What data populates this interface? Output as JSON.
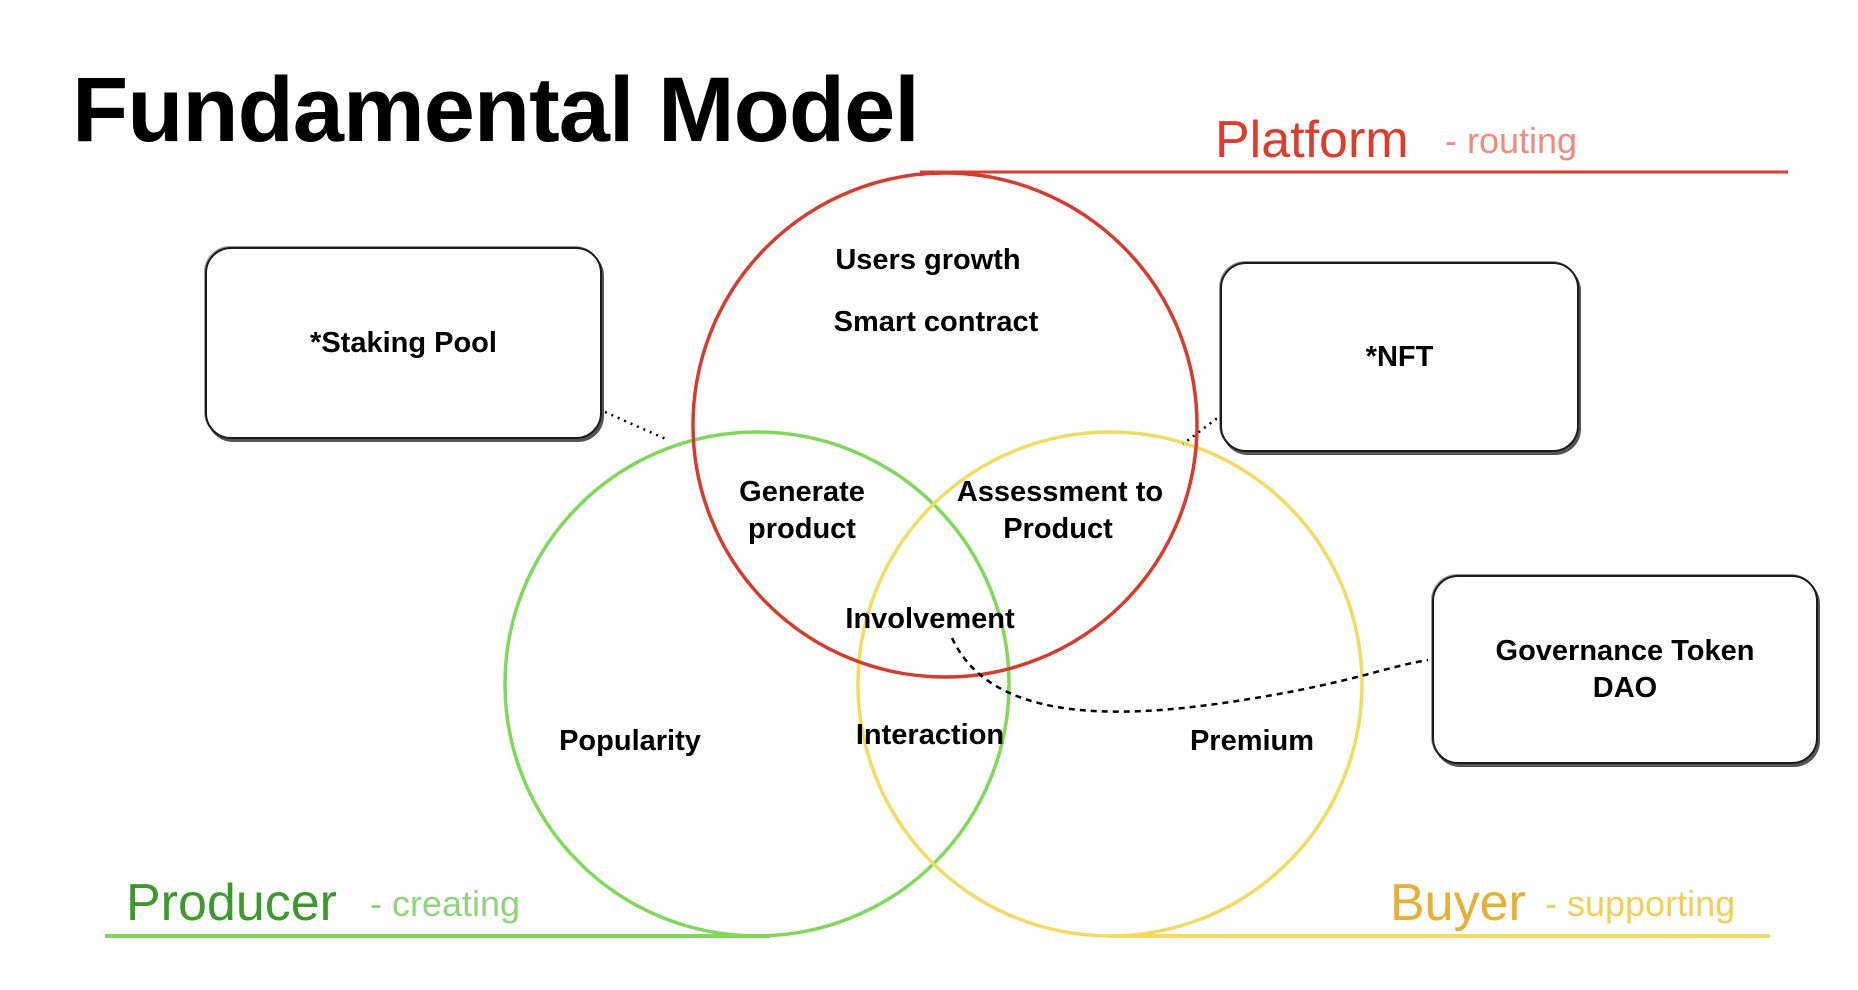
{
  "title": "Fundamental Model",
  "groups": {
    "platform": {
      "label": "Platform",
      "role": "- routing",
      "color": "#e03a2a",
      "subcolor": "#ee8a7e"
    },
    "producer": {
      "label": "Producer",
      "role": "- creating",
      "color": "#3c9a2a",
      "subcolor": "#8fd47a"
    },
    "buyer": {
      "label": "Buyer",
      "role": "- supporting",
      "color": "#e8b030",
      "subcolor": "#f0d050"
    }
  },
  "circles": {
    "platform_color": "#d93a2b",
    "producer_color": "#7ed957",
    "buyer_color": "#f2dc5c"
  },
  "regions": {
    "platform_1": "Users growth",
    "platform_2": "Smart contract",
    "platform_producer_1": "Generate",
    "platform_producer_2": "product",
    "platform_buyer_1": "Assessment to",
    "platform_buyer_2": "Product",
    "all": "Involvement",
    "producer_buyer": "Interaction",
    "producer_only": "Popularity",
    "buyer_only": "Premium"
  },
  "boxes": {
    "staking": "*Staking Pool",
    "nft": "*NFT",
    "governance_1": "Governance Token",
    "governance_2": "DAO"
  }
}
